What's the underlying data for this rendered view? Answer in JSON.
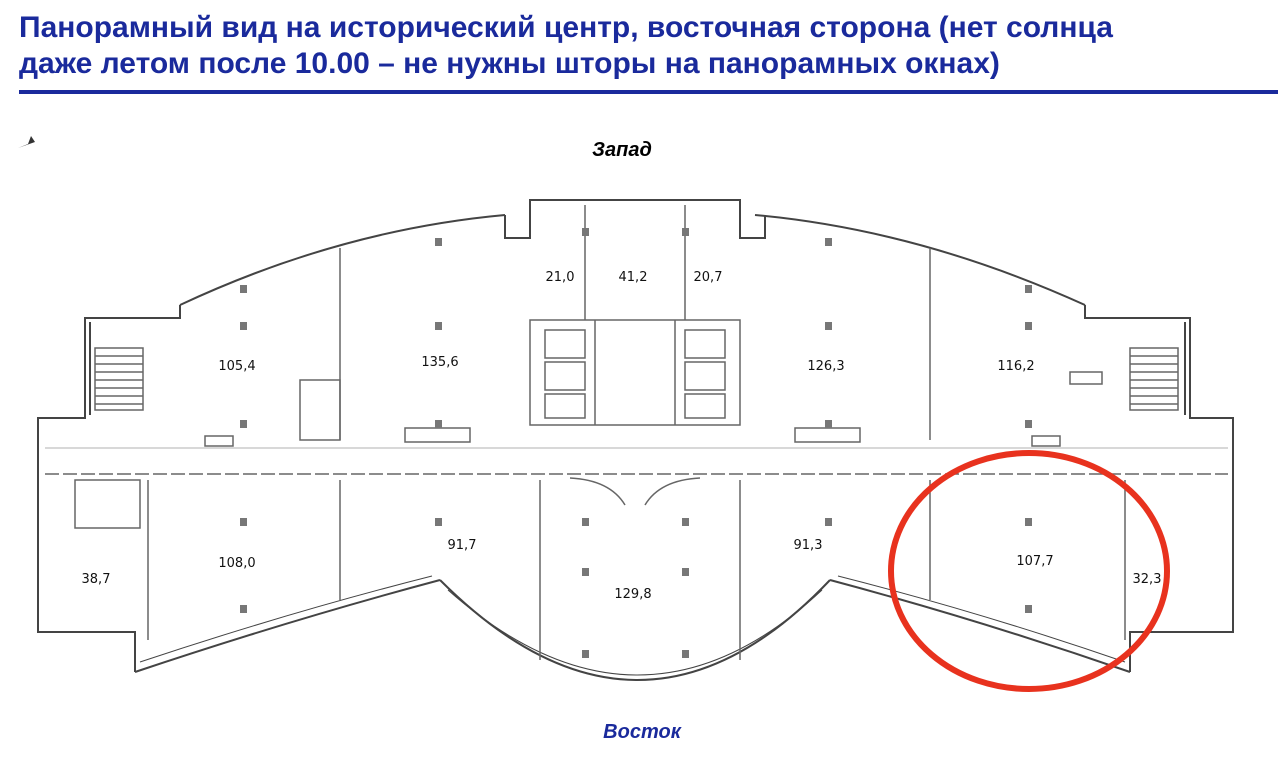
{
  "title": {
    "line1": "Панорамный вид на исторический центр, восточная сторона (нет солнца",
    "line2": "даже летом после 10.00 – не нужны шторы на панорамных окнах)"
  },
  "compass": {
    "west": "Запад",
    "east": "Восток"
  },
  "rooms": {
    "r1": "21,0",
    "r2": "41,2",
    "r3": "20,7",
    "r4": "105,4",
    "r5": "135,6",
    "r6": "126,3",
    "r7": "116,2",
    "r8": "38,7",
    "r9": "108,0",
    "r10": "91,7",
    "r11": "129,8",
    "r12": "91,3",
    "r13": "107,7",
    "r14": "32,3"
  },
  "colors": {
    "title": "#1a2a9c",
    "highlight": "#e8321e",
    "walls": "#444444"
  }
}
